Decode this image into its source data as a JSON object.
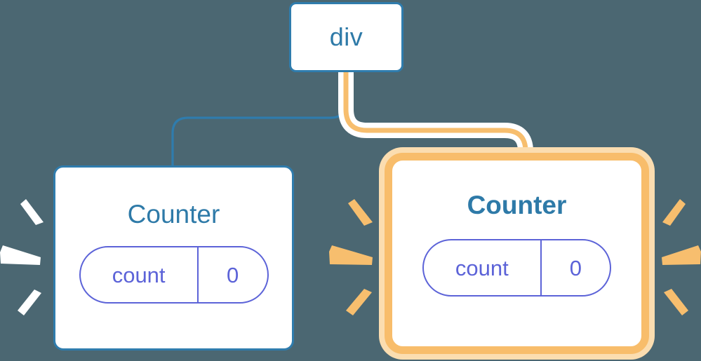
{
  "diagram": {
    "title": "component-tree-rerender",
    "background_color": "#4B6772"
  },
  "nodes": {
    "root": {
      "label": "div",
      "border_color": "#2F7CAD",
      "text_color": "#2E7AA8"
    },
    "left_counter": {
      "label": "Counter",
      "border_color": "#2F7CAD",
      "text_color": "#2E7AA8",
      "highlighted": "false",
      "state": {
        "key": "count",
        "value": "0",
        "color": "#5C63D8"
      }
    },
    "right_counter": {
      "label": "Counter",
      "border_color": "#F8BD6B",
      "glow_color": "#FBDDB0",
      "text_color": "#2E7AA8",
      "highlighted": "true",
      "state": {
        "key": "count",
        "value": "0",
        "color": "#5C63D8"
      }
    }
  },
  "connectors": {
    "left_branch_color": "#2F7CAD",
    "right_branch_color": "#F7BE6E",
    "right_branch_halo_color": "#FFFFFF"
  },
  "sparks": {
    "left_group_color": "#FFFFFF",
    "right_group_color": "#F7BE6E"
  }
}
